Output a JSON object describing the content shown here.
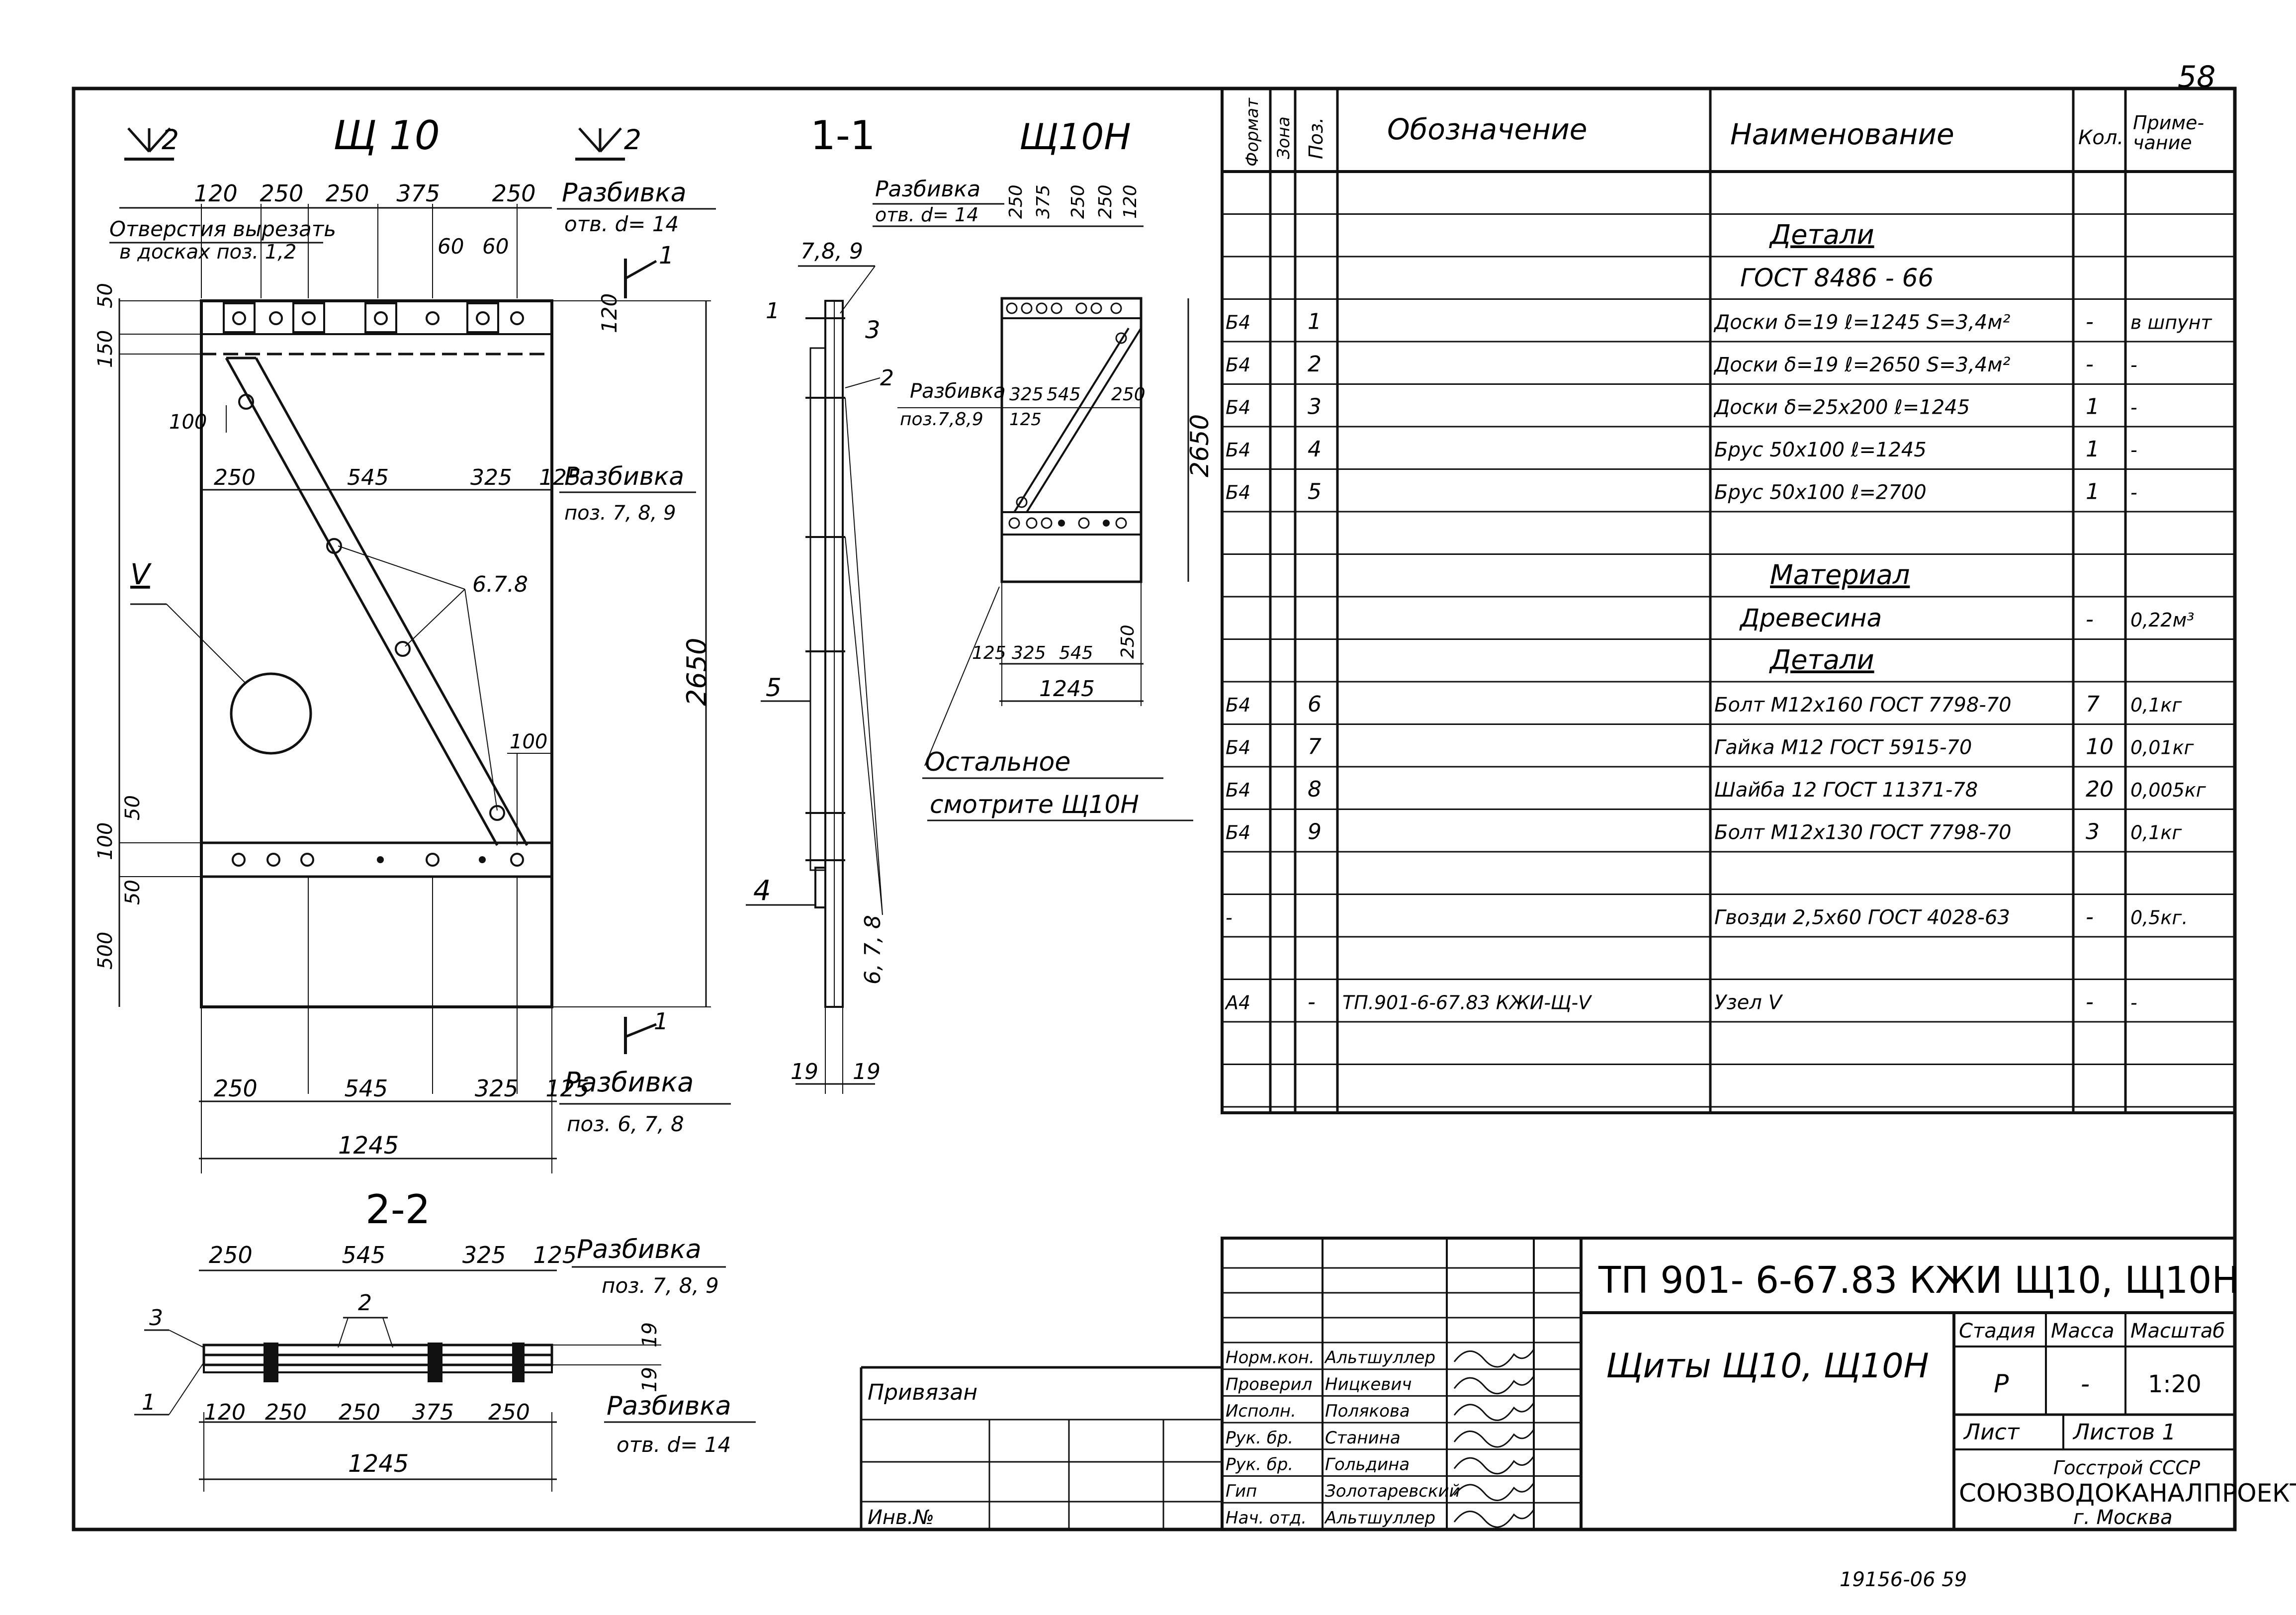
{
  "page_number": "58",
  "bottom_code": "19156-06 59",
  "drawings": {
    "sh10": {
      "title": "Щ 10",
      "section_marker_left": "2",
      "section_marker_right": "2",
      "cut_mark_top": "1",
      "cut_mark_bottom": "1",
      "top_dims": [
        "120",
        "250",
        "250",
        "375",
        "250"
      ],
      "top_dims_label": "Разбивка",
      "top_dims_sub": "отв. d= 14",
      "holes_note_1": "Отверстия вырезать",
      "holes_note_2": "в досках поз. 1,2",
      "dim_60a": "60",
      "dim_60b": "60",
      "left_dims": [
        "50",
        "150",
        "100",
        "50",
        "100",
        "50",
        "500"
      ],
      "dim_120_right": "120",
      "brace_dims": [
        "250",
        "545",
        "325",
        "125"
      ],
      "brace_label": "Разбивка",
      "brace_sub": "поз. 7, 8, 9",
      "node_label": "V",
      "bolt_label": "6.7.8",
      "dim_100_right": "100",
      "height": "2650",
      "bottom_dims": [
        "250",
        "545",
        "325",
        "125"
      ],
      "bottom_label": "Разбивка",
      "bottom_sub": "поз. 6, 7, 8",
      "total": "1245"
    },
    "sec11": {
      "title": "1-1",
      "labels": [
        "7,8, 9",
        "1",
        "3",
        "2",
        "5",
        "4",
        "6, 7, 8"
      ],
      "dims_bottom": [
        "19",
        "19"
      ]
    },
    "sh10n": {
      "title": "Щ10Н",
      "top_label": "Разбивка",
      "top_sub": "отв. d= 14",
      "top_dims": [
        "250",
        "375",
        "250",
        "250",
        "120"
      ],
      "mid_label": "Разбивка",
      "mid_sub": "поз.7,8,9",
      "mid_dims": [
        "325",
        "545",
        "250"
      ],
      "dim_125": "125",
      "height": "2650",
      "bottom_dims": [
        "125",
        "325",
        "545",
        "250"
      ],
      "total": "1245",
      "note_1": "Остальное",
      "note_2": "смотрите Щ10Н"
    },
    "sec22": {
      "title": "2-2",
      "top_dims": [
        "250",
        "545",
        "325",
        "125"
      ],
      "top_label": "Разбивка",
      "top_sub": "поз. 7, 8, 9",
      "labels": [
        "3",
        "2",
        "1"
      ],
      "right_dims": [
        "19",
        "19"
      ],
      "bottom_dims": [
        "120",
        "250",
        "250",
        "375",
        "250"
      ],
      "bottom_label": "Разбивка",
      "bottom_sub": "отв. d= 14",
      "total": "1245"
    }
  },
  "spec": {
    "headers": {
      "format": "Формат",
      "zone": "Зона",
      "pos": "Поз.",
      "designation": "Обозначение",
      "name": "Наименование",
      "qty": "Кол.",
      "note": "Приме-\nчание"
    },
    "rows": [
      {
        "f": "",
        "p": "",
        "d": "",
        "n": "",
        "q": "",
        "r": ""
      },
      {
        "f": "",
        "p": "",
        "d": "",
        "n": "Детали",
        "q": "",
        "r": "",
        "kind": "section"
      },
      {
        "f": "",
        "p": "",
        "d": "",
        "n": "ГОСТ 8486 - 66",
        "q": "",
        "r": "",
        "kind": "sub"
      },
      {
        "f": "Б4",
        "p": "1",
        "d": "",
        "n": "Доски δ=19 ℓ=1245 S=3,4м²",
        "q": "-",
        "r": "в шпунт"
      },
      {
        "f": "Б4",
        "p": "2",
        "d": "",
        "n": "Доски δ=19 ℓ=2650 S=3,4м²",
        "q": "-",
        "r": "-"
      },
      {
        "f": "Б4",
        "p": "3",
        "d": "",
        "n": "Доски δ=25x200 ℓ=1245",
        "q": "1",
        "r": "-"
      },
      {
        "f": "Б4",
        "p": "4",
        "d": "",
        "n": "Брус 50x100 ℓ=1245",
        "q": "1",
        "r": "-"
      },
      {
        "f": "Б4",
        "p": "5",
        "d": "",
        "n": "Брус 50x100 ℓ=2700",
        "q": "1",
        "r": "-"
      },
      {
        "f": "",
        "p": "",
        "d": "",
        "n": "",
        "q": "",
        "r": ""
      },
      {
        "f": "",
        "p": "",
        "d": "",
        "n": "Материал",
        "q": "",
        "r": "",
        "kind": "section"
      },
      {
        "f": "",
        "p": "",
        "d": "",
        "n": "Древесина",
        "q": "-",
        "r": "0,22м³",
        "kind": "sub"
      },
      {
        "f": "",
        "p": "",
        "d": "",
        "n": "Детали",
        "q": "",
        "r": "",
        "kind": "section"
      },
      {
        "f": "Б4",
        "p": "6",
        "d": "",
        "n": "Болт М12х160 ГОСТ 7798-70",
        "q": "7",
        "r": "0,1кг"
      },
      {
        "f": "Б4",
        "p": "7",
        "d": "",
        "n": "Гайка М12 ГОСТ 5915-70",
        "q": "10",
        "r": "0,01кг"
      },
      {
        "f": "Б4",
        "p": "8",
        "d": "",
        "n": "Шайба 12 ГОСТ 11371-78",
        "q": "20",
        "r": "0,005кг"
      },
      {
        "f": "Б4",
        "p": "9",
        "d": "",
        "n": "Болт М12х130 ГОСТ 7798-70",
        "q": "3",
        "r": "0,1кг"
      },
      {
        "f": "",
        "p": "",
        "d": "",
        "n": "",
        "q": "",
        "r": ""
      },
      {
        "f": "-",
        "p": "",
        "d": "",
        "n": "Гвозди 2,5х60 ГОСТ 4028-63",
        "q": "-",
        "r": "0,5кг."
      },
      {
        "f": "",
        "p": "",
        "d": "",
        "n": "",
        "q": "",
        "r": ""
      },
      {
        "f": "А4",
        "p": "-",
        "d": "ТП.901-6-67.83 КЖИ-Щ-V",
        "n": "Узел V",
        "q": "-",
        "r": "-"
      },
      {
        "f": "",
        "p": "",
        "d": "",
        "n": "",
        "q": "",
        "r": ""
      },
      {
        "f": "",
        "p": "",
        "d": "",
        "n": "",
        "q": "",
        "r": ""
      }
    ]
  },
  "stamp": {
    "doc_code": "ТП 901- 6-67.83 КЖИ Щ10, Щ10Н",
    "title": "Щиты Щ10, Щ10Н",
    "stage_label": "Стадия",
    "mass_label": "Масса",
    "scale_label": "Масштаб",
    "stage": "Р",
    "mass": "-",
    "scale": "1:20",
    "sheet_label": "Лист",
    "sheets_label": "Листов 1",
    "org_1": "Госстрой СССР",
    "org_2": "СОЮЗВОДОКАНАЛПРОЕКТ",
    "org_3": "г. Москва",
    "bound_label": "Привязан",
    "inv_label": "Инв.№",
    "roles": [
      {
        "role": "Норм.кон.",
        "name": "Альтшуллер"
      },
      {
        "role": "Проверил",
        "name": "Ницкевич"
      },
      {
        "role": "Исполн.",
        "name": "Полякова"
      },
      {
        "role": "Рук. бр.",
        "name": "Станина"
      },
      {
        "role": "Рук. бр.",
        "name": "Гольдина"
      },
      {
        "role": "Гип",
        "name": "Золотаревский"
      },
      {
        "role": "Нач. отд.",
        "name": "Альтшуллер"
      }
    ]
  }
}
